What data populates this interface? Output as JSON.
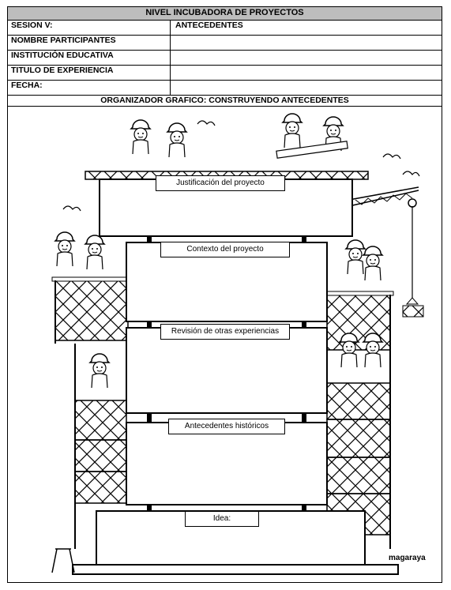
{
  "header": {
    "title": "NIVEL INCUBADORA DE PROYECTOS",
    "session_label": "SESION V:",
    "session_topic": "ANTECEDENTES",
    "participants_label": "NOMBRE PARTICIPANTES",
    "institution_label": "INSTITUCIÓN EDUCATIVA",
    "experience_label": "TITULO DE EXPERIENCIA",
    "date_label": "FECHA:"
  },
  "organizer": {
    "title": "ORGANIZADOR GRAFICO: CONSTRUYENDO ANTECEDENTES",
    "boxes": [
      "Justificación del proyecto",
      "Contexto del proyecto",
      "Revisión de otras experiencias",
      "Antecedentes históricos",
      "Idea:"
    ]
  },
  "credit": "magaraya"
}
